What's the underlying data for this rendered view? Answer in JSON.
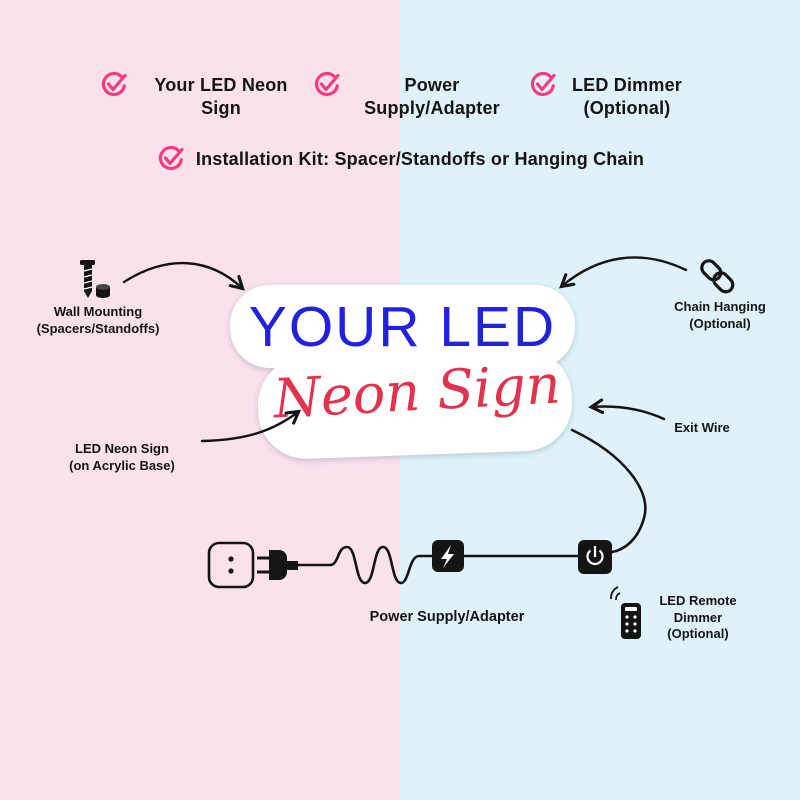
{
  "page": {
    "type": "led-neon-sign-package-infographic"
  },
  "colors": {
    "background_left": "#fae1ec",
    "background_right": "#def2f8",
    "accent_pink": "#f43d7f",
    "sign_blue": "#2222dd",
    "sign_red": "#e0334e",
    "text_dark": "#141414",
    "sign_background": "#ffffff"
  },
  "checklist": {
    "items": [
      {
        "label": "Your LED Neon Sign"
      },
      {
        "label": "Power Supply/Adapter"
      },
      {
        "label": "LED Dimmer (Optional)"
      },
      {
        "label": "Installation Kit: Spacer/Standoffs or Hanging Chain"
      }
    ]
  },
  "sign": {
    "line1": "YOUR LED",
    "line2": "Neon Sign"
  },
  "labels": {
    "wall_mounting": {
      "line1": "Wall Mounting",
      "line2": "(Spacers/Standoffs)"
    },
    "chain_hanging": {
      "line1": "Chain Hanging",
      "line2": "(Optional)"
    },
    "led_neon_sign": {
      "line1": "LED Neon Sign",
      "line2": "(on Acrylic Base)"
    },
    "exit_wire": "Exit Wire",
    "power_supply": "Power Supply/Adapter",
    "led_remote": {
      "line1": "LED Remote",
      "line2": "Dimmer",
      "line3": "(Optional)"
    }
  },
  "icons": {
    "check_icon": "pink circled checkmark",
    "screw_standoff_icon": "screw with standoff nut",
    "chain_link_icon": "chain link",
    "wall_socket_icon": "wall power socket",
    "power_plug_icon": "two-prong power plug",
    "power_adapter_icon": "black box with lightning bolt",
    "power_switch_icon": "black box with power symbol",
    "remote_icon": "remote control with signal waves"
  }
}
